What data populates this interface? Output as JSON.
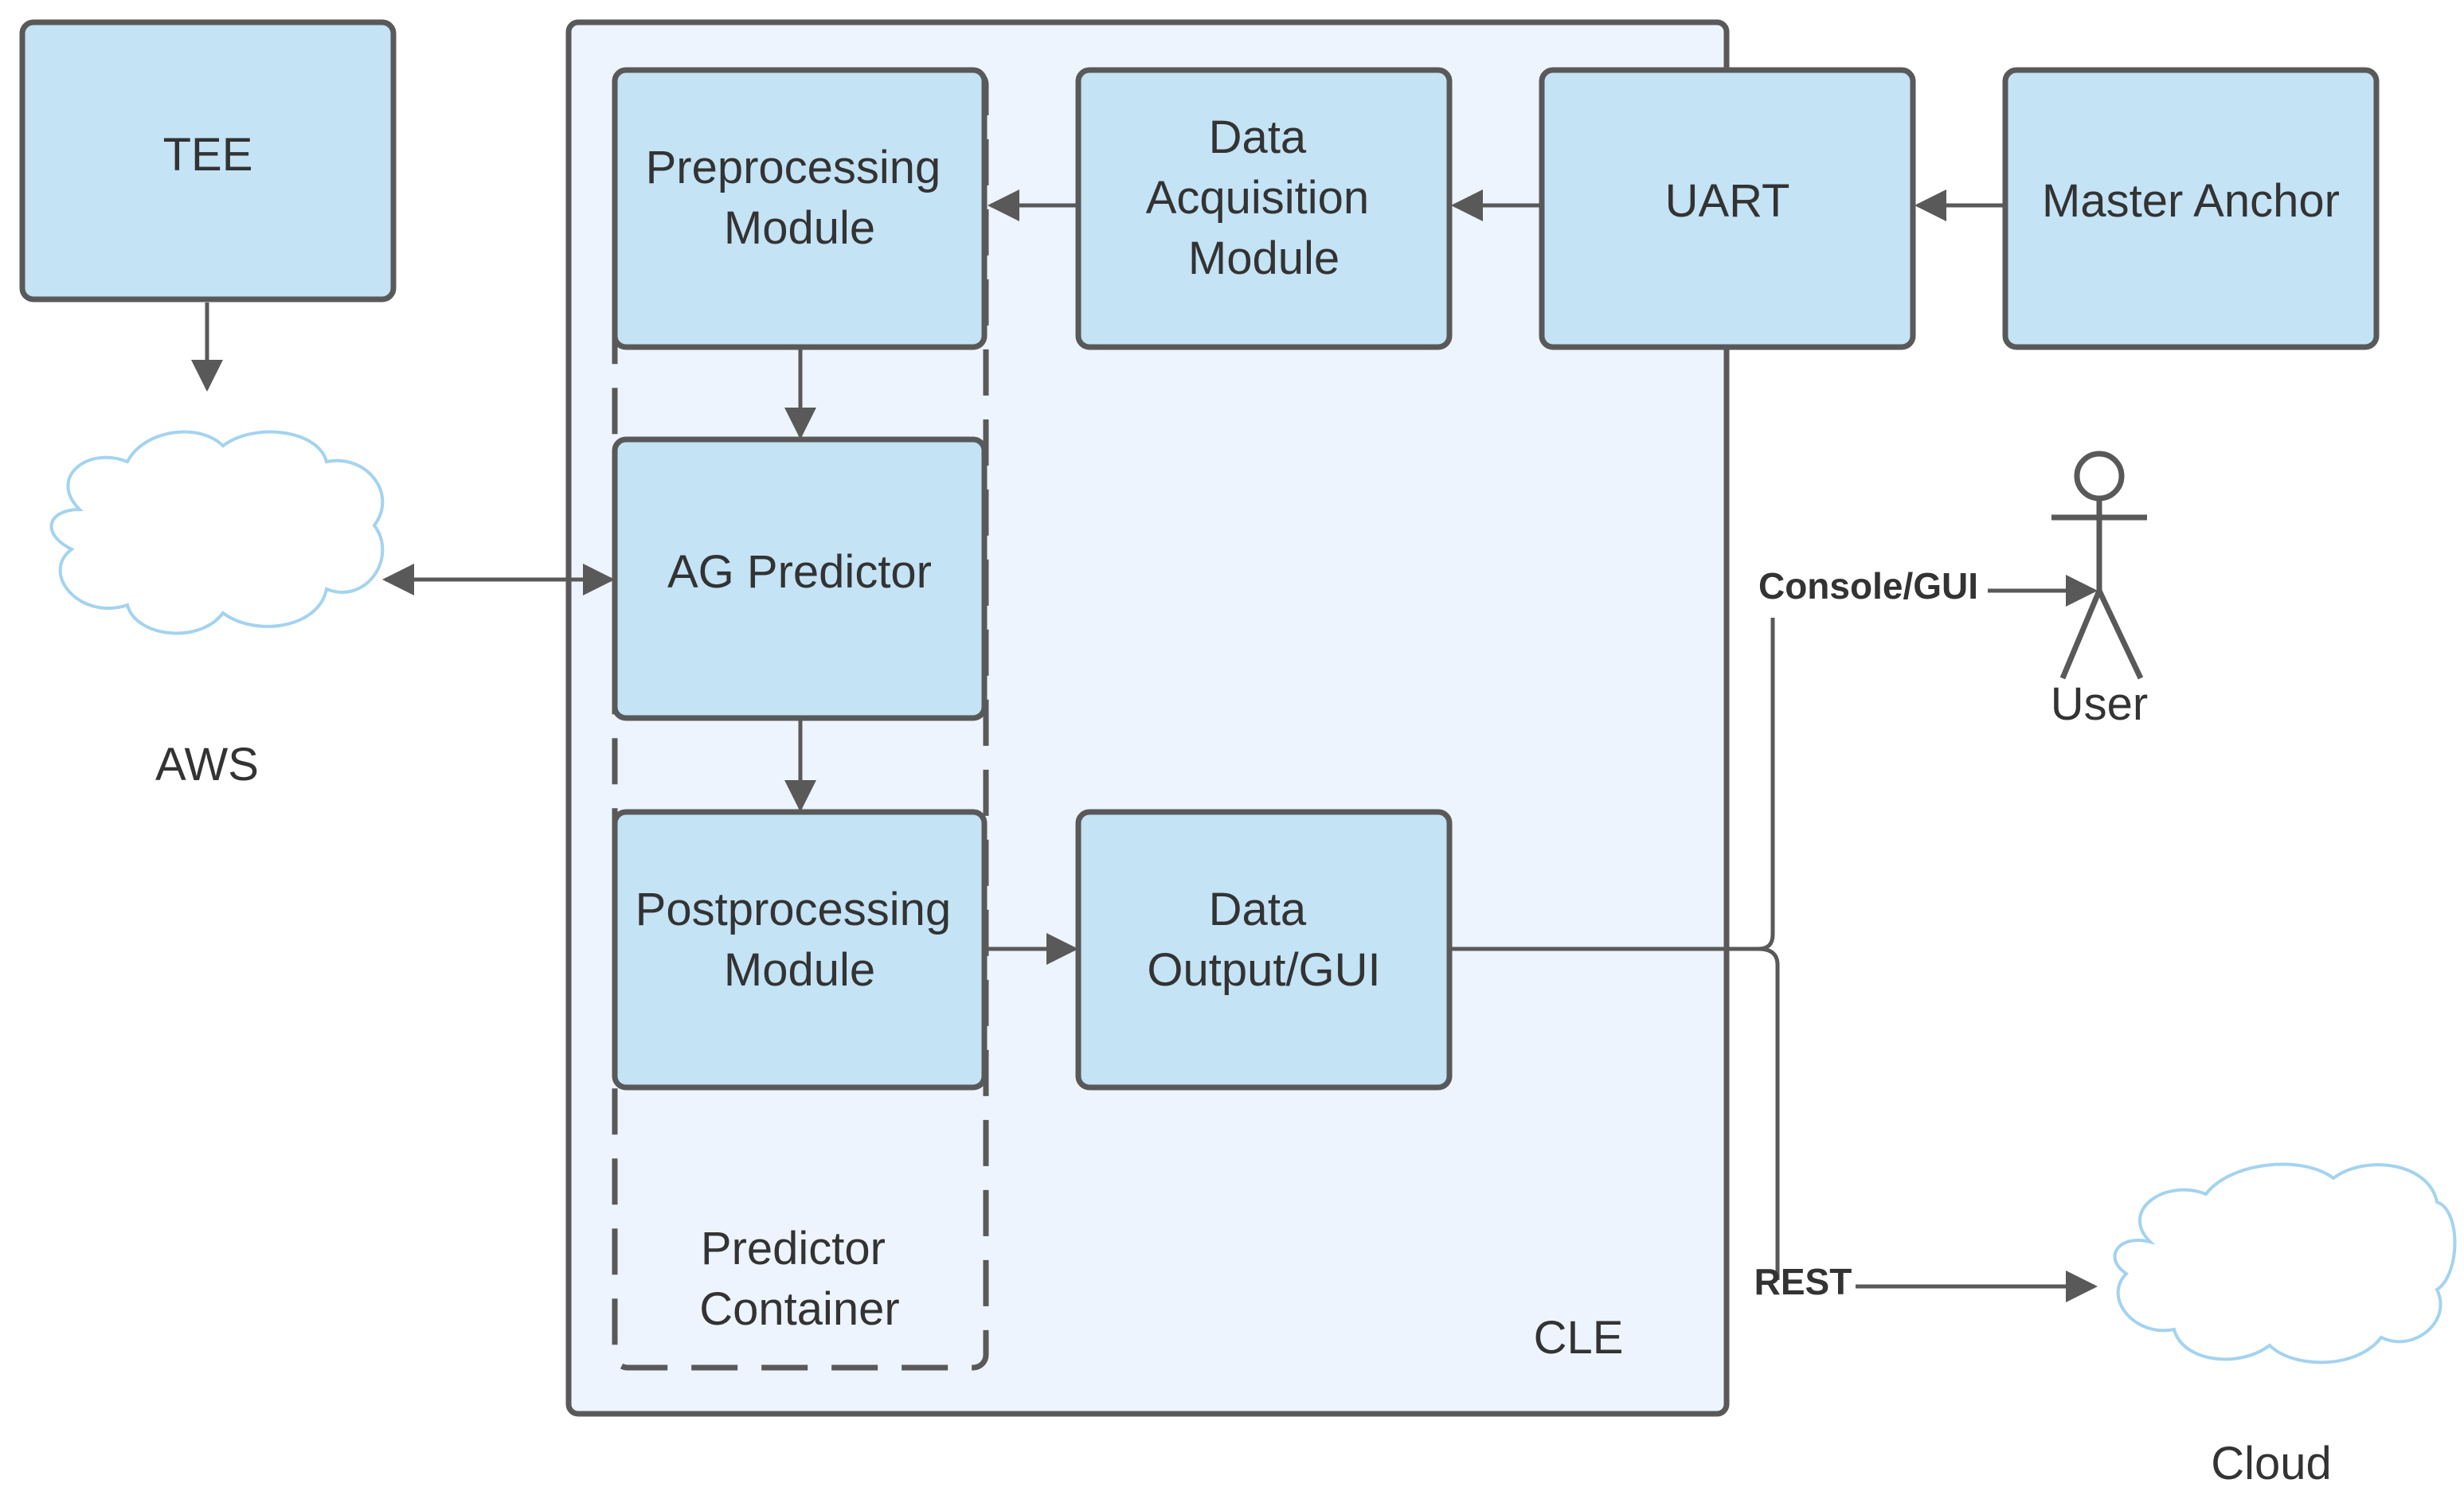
{
  "diagram": {
    "nodes": {
      "tee": "TEE",
      "aws": "AWS",
      "preprocessing": [
        "Preprocessing",
        "Module"
      ],
      "data_acquisition": [
        "Data",
        "Acquisition",
        "Module"
      ],
      "uart": "UART",
      "master_anchor": "Master Anchor",
      "ag_predictor": "AG Predictor",
      "postprocessing": [
        "Postprocessing",
        "Module"
      ],
      "data_output": [
        "Data",
        "Output/GUI"
      ],
      "predictor_container": [
        "Predictor",
        "Container"
      ],
      "cle": "CLE",
      "user": "User",
      "cloud": "Cloud"
    },
    "edge_labels": {
      "console_gui": "Console/GUI",
      "rest": "REST"
    },
    "colors": {
      "box_fill": "#c4e3f5",
      "container_fill": "#edf4fd",
      "stroke": "#595959",
      "text": "#333333"
    }
  }
}
